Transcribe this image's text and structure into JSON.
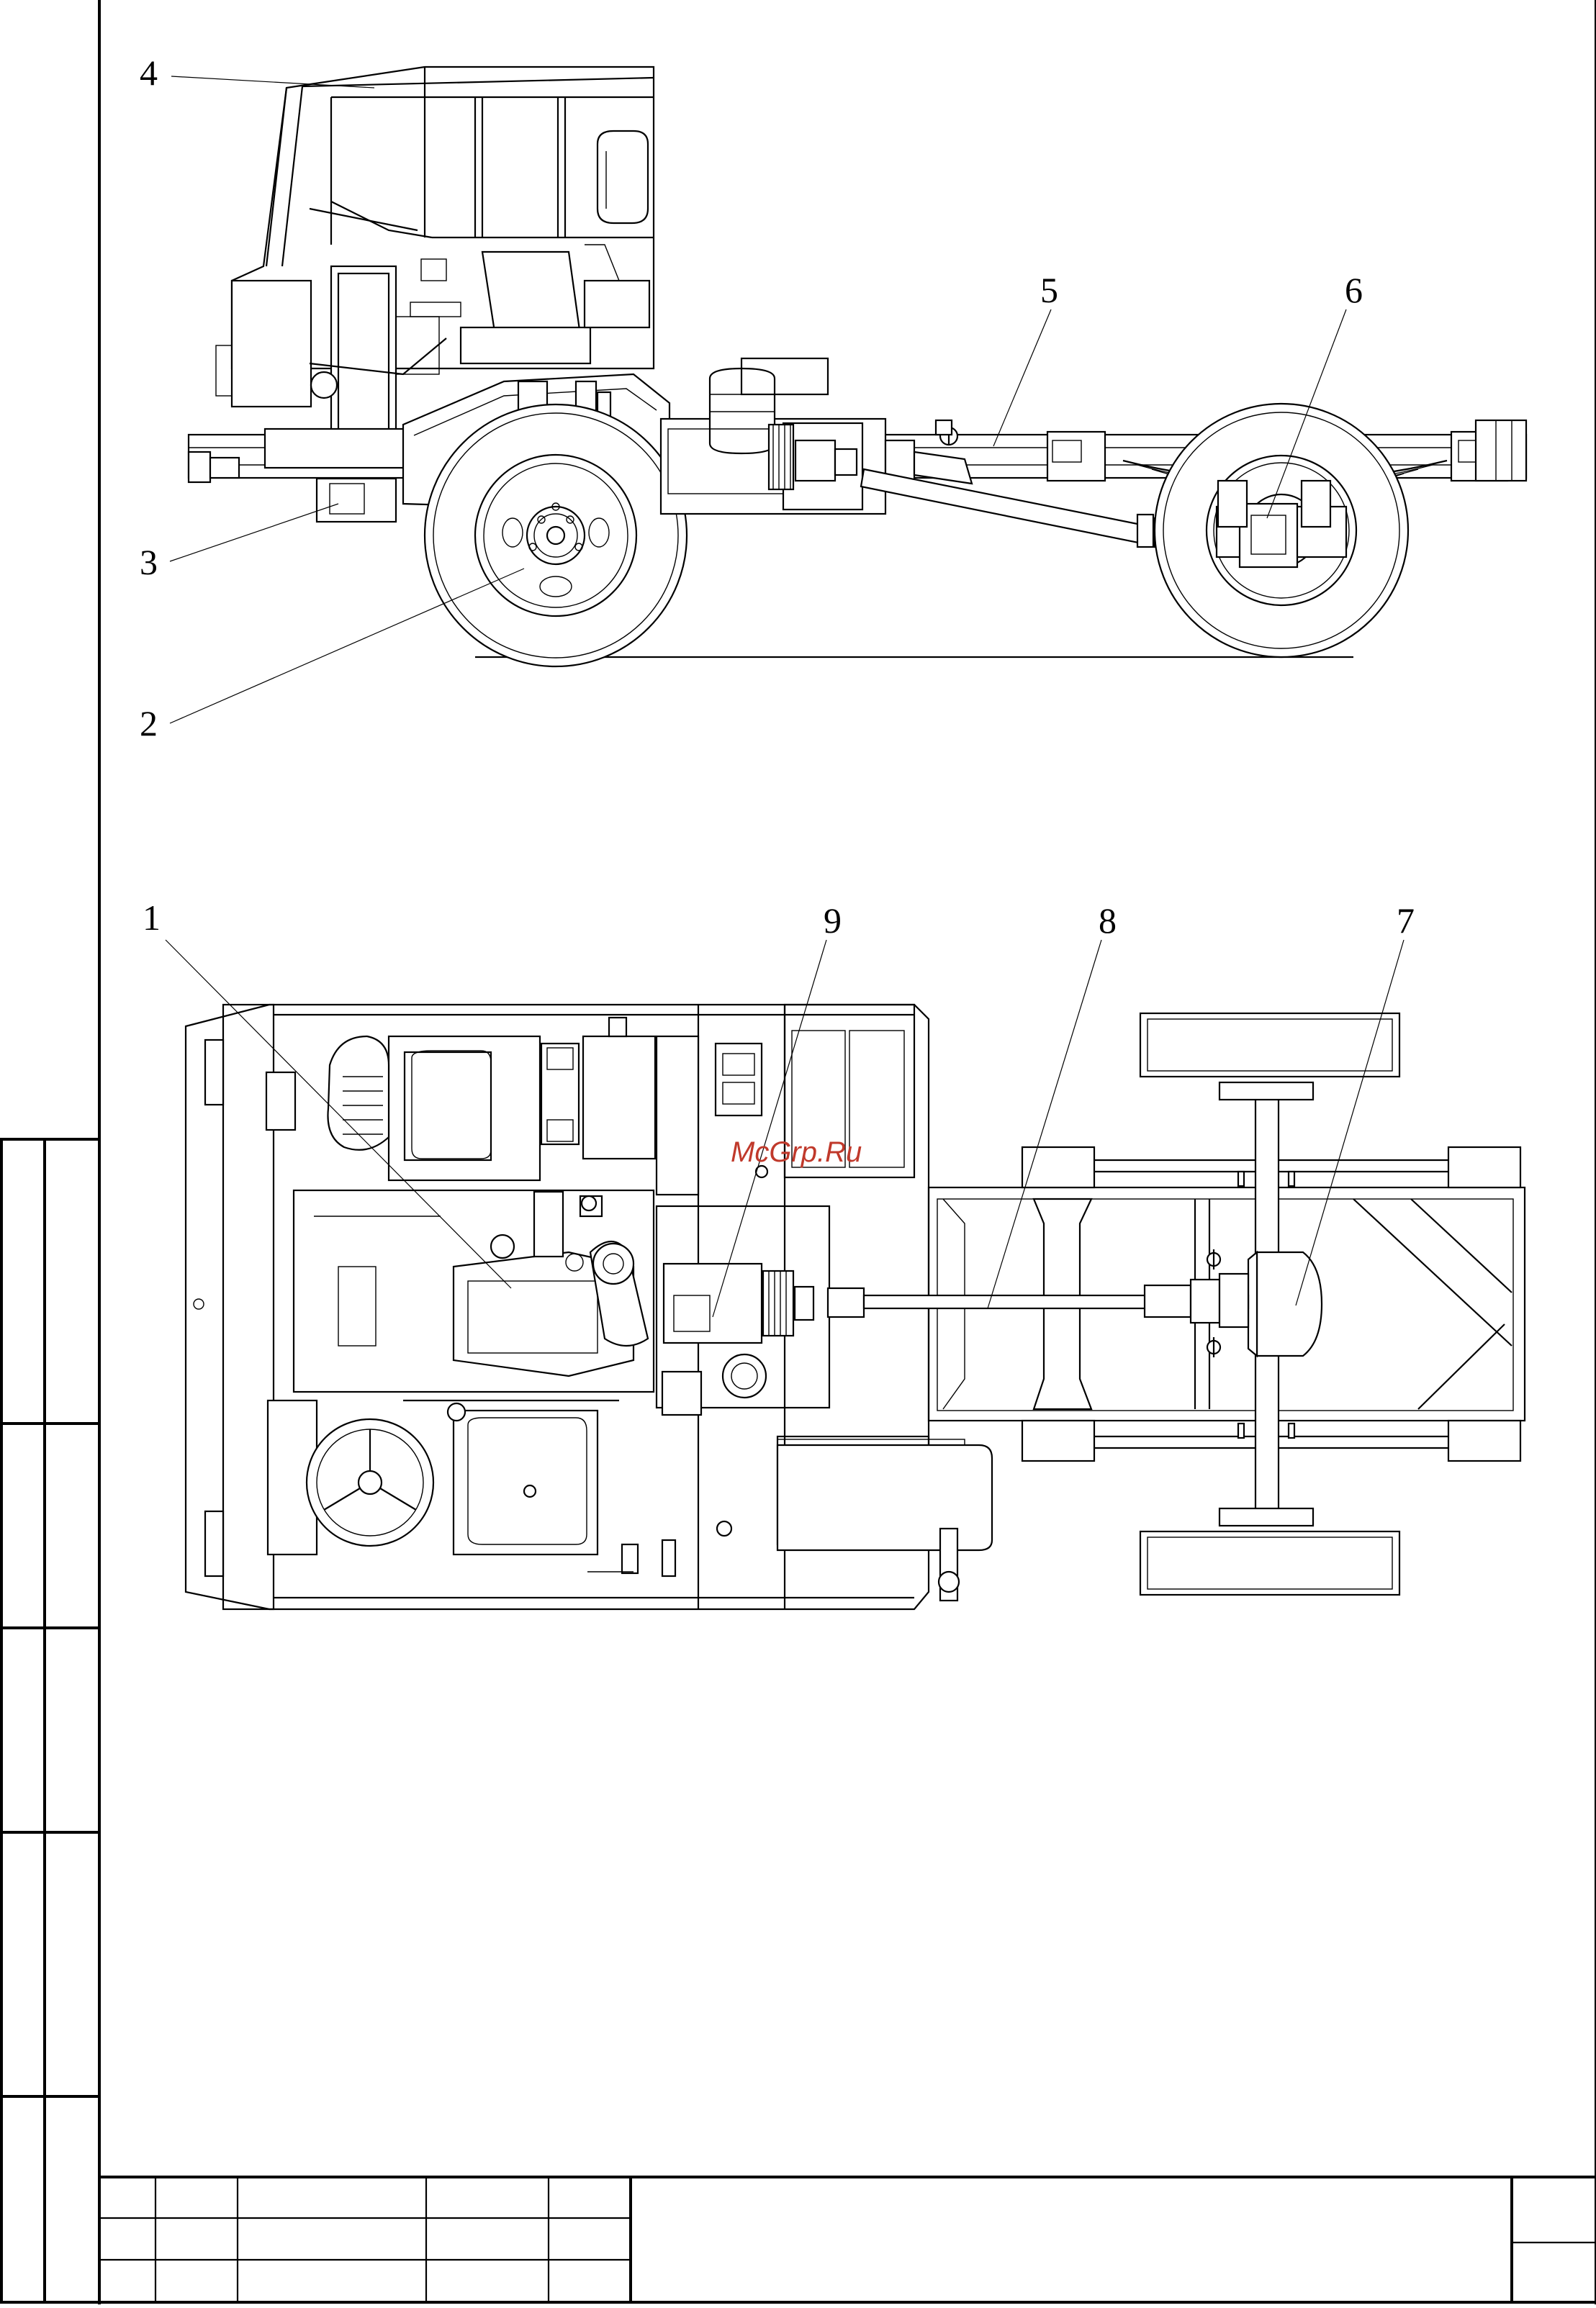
{
  "callouts": {
    "c1": "1",
    "c2": "2",
    "c3": "3",
    "c4": "4",
    "c5": "5",
    "c6": "6",
    "c7": "7",
    "c8": "8",
    "c9": "9"
  },
  "watermark": "McGrp.Ru",
  "colors": {
    "ink": "#000000",
    "paper": "#ffffff",
    "watermark": "#c0392b"
  }
}
